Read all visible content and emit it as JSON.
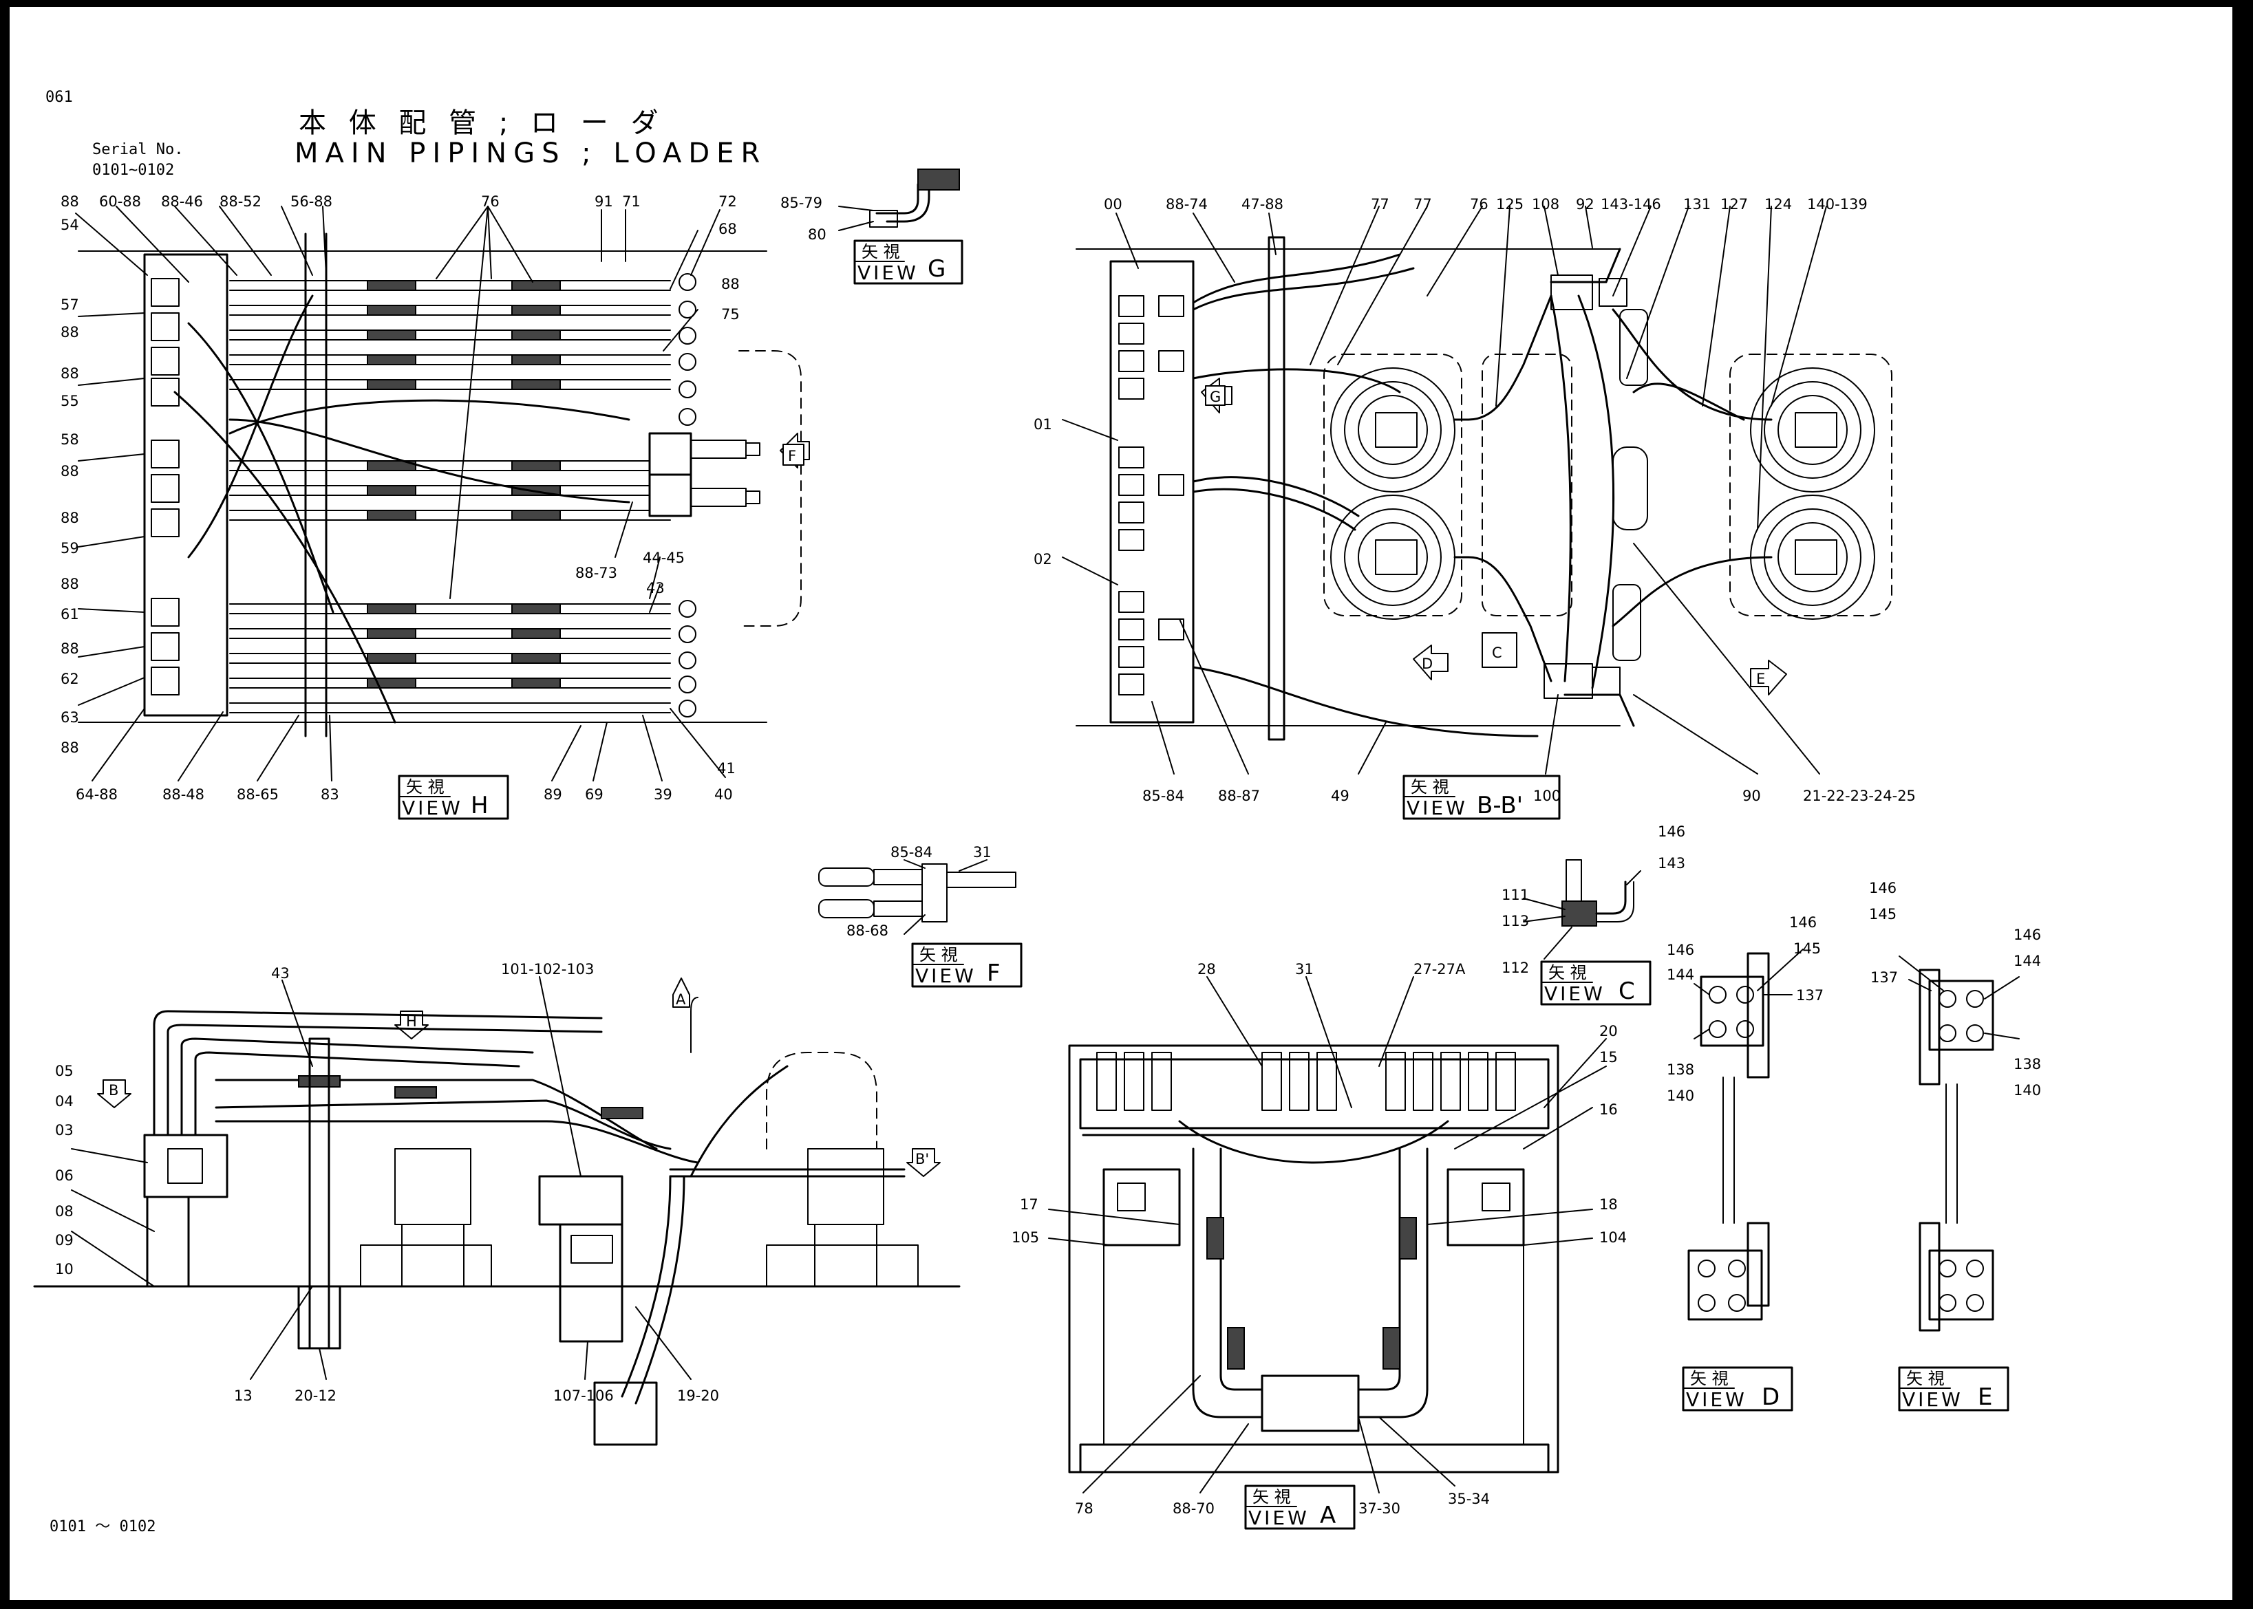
{
  "header": {
    "page_no": "061",
    "serial_label": "Serial No.",
    "serial_range": "0101~0102",
    "title_jp": "本 体 配 管 ; ロ ー ダ",
    "title_en": "MAIN PIPINGS ; LOADER"
  },
  "footer": {
    "serial": "0101 ～ 0102"
  },
  "views": {
    "H": {
      "jp": "矢 視",
      "en": "VIEW",
      "letter": "H"
    },
    "G": {
      "jp": "矢 視",
      "en": "VIEW",
      "letter": "G"
    },
    "BB": {
      "jp": "矢 視",
      "en": "VIEW",
      "letter": "B-B'"
    },
    "F": {
      "jp": "矢 視",
      "en": "VIEW",
      "letter": "F"
    },
    "C": {
      "jp": "矢 視",
      "en": "VIEW",
      "letter": "C"
    },
    "A": {
      "jp": "矢 視",
      "en": "VIEW",
      "letter": "A"
    },
    "D": {
      "jp": "矢 視",
      "en": "VIEW",
      "letter": "D"
    },
    "E": {
      "jp": "矢 視",
      "en": "VIEW",
      "letter": "E"
    }
  },
  "arrows": {
    "F": "F",
    "G": "G",
    "D": "D",
    "C": "C",
    "E": "E",
    "A": "A",
    "H": "H",
    "B": "B",
    "Bp": "B'"
  },
  "callouts": {
    "h": [
      "88",
      "54",
      "60-88",
      "88-46",
      "88-52",
      "56-88",
      "76",
      "91",
      "71",
      "72",
      "68",
      "88",
      "75",
      "57",
      "88",
      "88",
      "55",
      "58",
      "88",
      "88",
      "59",
      "88-73",
      "44-45",
      "43",
      "88",
      "61",
      "88",
      "62",
      "63",
      "88",
      "64-88",
      "88-48",
      "88-65",
      "83",
      "89",
      "69",
      "39",
      "41",
      "40"
    ],
    "g": [
      "85-79",
      "80"
    ],
    "bb": [
      "00",
      "88-74",
      "47-88",
      "77",
      "77",
      "76",
      "125",
      "108",
      "92",
      "143-146",
      "131",
      "127",
      "124",
      "140-139",
      "01",
      "02",
      "85-84",
      "88-87",
      "49",
      "100",
      "90",
      "21-22-23-24-25"
    ],
    "f": [
      "85-84",
      "31",
      "88-68"
    ],
    "c": [
      "146",
      "143",
      "111",
      "113",
      "112"
    ],
    "side": [
      "43",
      "101-102-103",
      "05",
      "04",
      "03",
      "06",
      "08",
      "09",
      "10",
      "13",
      "20-12",
      "107-106",
      "19-20"
    ],
    "a": [
      "28",
      "31",
      "27-27A",
      "20",
      "15",
      "16",
      "17",
      "105",
      "18",
      "104",
      "78",
      "88-70",
      "37-30",
      "35-34"
    ],
    "d": [
      "146",
      "145",
      "146",
      "144",
      "137",
      "138",
      "140"
    ],
    "e": [
      "146",
      "145",
      "146",
      "144",
      "137",
      "138",
      "140"
    ]
  }
}
